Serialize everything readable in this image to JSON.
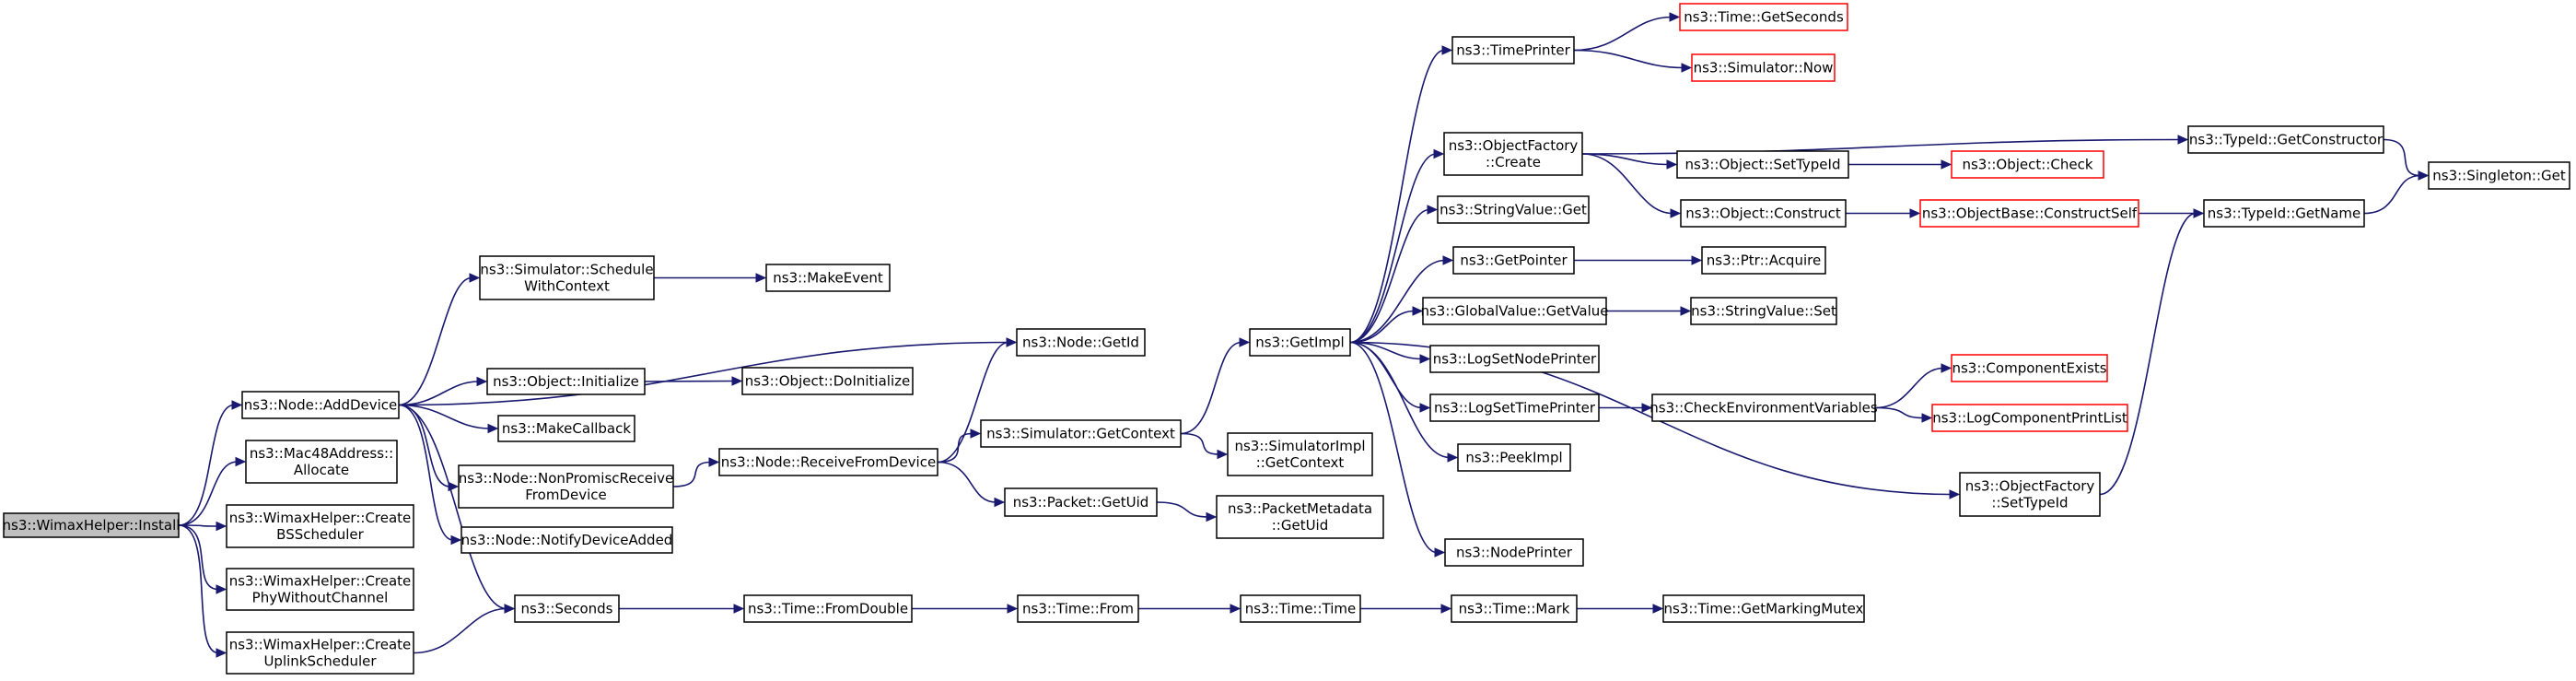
{
  "graph": {
    "colors": {
      "edge": "#191970",
      "node_border": "#000000",
      "undocumented_border": "#ff0000",
      "root_fill": "#bfbfbf"
    },
    "nodes": [
      {
        "id": "install",
        "lines": [
          "ns3::WimaxHelper::Install"
        ],
        "style": "root"
      },
      {
        "id": "addDevice",
        "lines": [
          "ns3::Node::AddDevice"
        ]
      },
      {
        "id": "mac48",
        "lines": [
          "ns3::Mac48Address::",
          "Allocate"
        ]
      },
      {
        "id": "createBS",
        "lines": [
          "ns3::WimaxHelper::Create",
          "BSScheduler"
        ]
      },
      {
        "id": "createPhy",
        "lines": [
          "ns3::WimaxHelper::Create",
          "PhyWithoutChannel"
        ]
      },
      {
        "id": "createUplink",
        "lines": [
          "ns3::WimaxHelper::Create",
          "UplinkScheduler"
        ]
      },
      {
        "id": "schedCtx",
        "lines": [
          "ns3::Simulator::Schedule",
          "WithContext"
        ]
      },
      {
        "id": "objInit",
        "lines": [
          "ns3::Object::Initialize"
        ]
      },
      {
        "id": "makeCallback",
        "lines": [
          "ns3::MakeCallback"
        ]
      },
      {
        "id": "nonPromisc",
        "lines": [
          "ns3::Node::NonPromiscReceive",
          "FromDevice"
        ]
      },
      {
        "id": "notifyAdded",
        "lines": [
          "ns3::Node::NotifyDeviceAdded"
        ]
      },
      {
        "id": "seconds",
        "lines": [
          "ns3::Seconds"
        ]
      },
      {
        "id": "makeEvent",
        "lines": [
          "ns3::MakeEvent"
        ]
      },
      {
        "id": "doInit",
        "lines": [
          "ns3::Object::DoInitialize"
        ]
      },
      {
        "id": "recvFromDev",
        "lines": [
          "ns3::Node::ReceiveFromDevice"
        ]
      },
      {
        "id": "fromDouble",
        "lines": [
          "ns3::Time::FromDouble"
        ]
      },
      {
        "id": "getId",
        "lines": [
          "ns3::Node::GetId"
        ]
      },
      {
        "id": "getContext",
        "lines": [
          "ns3::Simulator::GetContext"
        ]
      },
      {
        "id": "getUid",
        "lines": [
          "ns3::Packet::GetUid"
        ]
      },
      {
        "id": "timeFrom",
        "lines": [
          "ns3::Time::From"
        ]
      },
      {
        "id": "getImpl",
        "lines": [
          "ns3::GetImpl"
        ]
      },
      {
        "id": "simImplCtx",
        "lines": [
          "ns3::SimulatorImpl",
          "::GetContext"
        ]
      },
      {
        "id": "pktMetaUid",
        "lines": [
          "ns3::PacketMetadata",
          "::GetUid"
        ]
      },
      {
        "id": "timeTime",
        "lines": [
          "ns3::Time::Time"
        ]
      },
      {
        "id": "timePrinter",
        "lines": [
          "ns3::TimePrinter"
        ]
      },
      {
        "id": "objFactCreate",
        "lines": [
          "ns3::ObjectFactory",
          "::Create"
        ]
      },
      {
        "id": "strValGet",
        "lines": [
          "ns3::StringValue::Get"
        ]
      },
      {
        "id": "getPointer",
        "lines": [
          "ns3::GetPointer"
        ]
      },
      {
        "id": "globalValGet",
        "lines": [
          "ns3::GlobalValue::GetValue"
        ]
      },
      {
        "id": "logSetNodePrinter",
        "lines": [
          "ns3::LogSetNodePrinter"
        ]
      },
      {
        "id": "logSetTimePrinter",
        "lines": [
          "ns3::LogSetTimePrinter"
        ]
      },
      {
        "id": "peekImpl",
        "lines": [
          "ns3::PeekImpl"
        ]
      },
      {
        "id": "nodePrinter",
        "lines": [
          "ns3::NodePrinter"
        ]
      },
      {
        "id": "timeMark",
        "lines": [
          "ns3::Time::Mark"
        ]
      },
      {
        "id": "timeGetSeconds",
        "lines": [
          "ns3::Time::GetSeconds"
        ],
        "style": "red"
      },
      {
        "id": "simNow",
        "lines": [
          "ns3::Simulator::Now"
        ],
        "style": "red"
      },
      {
        "id": "objSetTypeId",
        "lines": [
          "ns3::Object::SetTypeId"
        ]
      },
      {
        "id": "objConstruct",
        "lines": [
          "ns3::Object::Construct"
        ]
      },
      {
        "id": "ptrAcquire",
        "lines": [
          "ns3::Ptr::Acquire"
        ]
      },
      {
        "id": "strValSet",
        "lines": [
          "ns3::StringValue::Set"
        ]
      },
      {
        "id": "checkEnv",
        "lines": [
          "ns3::CheckEnvironmentVariables"
        ]
      },
      {
        "id": "getMarkingMutex",
        "lines": [
          "ns3::Time::GetMarkingMutex"
        ]
      },
      {
        "id": "objCheck",
        "lines": [
          "ns3::Object::Check"
        ],
        "style": "red"
      },
      {
        "id": "objBaseConstructSelf",
        "lines": [
          "ns3::ObjectBase::ConstructSelf"
        ],
        "style": "red"
      },
      {
        "id": "componentExists",
        "lines": [
          "ns3::ComponentExists"
        ],
        "style": "red"
      },
      {
        "id": "logComponentPrintList",
        "lines": [
          "ns3::LogComponentPrintList"
        ],
        "style": "red"
      },
      {
        "id": "objFactSetTypeId",
        "lines": [
          "ns3::ObjectFactory",
          "::SetTypeId"
        ]
      },
      {
        "id": "typeIdGetCtor",
        "lines": [
          "ns3::TypeId::GetConstructor"
        ]
      },
      {
        "id": "typeIdGetName",
        "lines": [
          "ns3::TypeId::GetName"
        ]
      },
      {
        "id": "singletonGet",
        "lines": [
          "ns3::Singleton::Get"
        ]
      }
    ],
    "edges": [
      [
        "install",
        "addDevice"
      ],
      [
        "install",
        "mac48"
      ],
      [
        "install",
        "createBS"
      ],
      [
        "install",
        "createPhy"
      ],
      [
        "install",
        "createUplink"
      ],
      [
        "addDevice",
        "schedCtx"
      ],
      [
        "addDevice",
        "getId"
      ],
      [
        "addDevice",
        "objInit"
      ],
      [
        "addDevice",
        "makeCallback"
      ],
      [
        "addDevice",
        "nonPromisc"
      ],
      [
        "addDevice",
        "notifyAdded"
      ],
      [
        "addDevice",
        "seconds"
      ],
      [
        "createUplink",
        "seconds"
      ],
      [
        "schedCtx",
        "makeEvent"
      ],
      [
        "objInit",
        "doInit"
      ],
      [
        "nonPromisc",
        "recvFromDev"
      ],
      [
        "recvFromDev",
        "getId"
      ],
      [
        "recvFromDev",
        "getContext"
      ],
      [
        "recvFromDev",
        "getUid"
      ],
      [
        "seconds",
        "fromDouble"
      ],
      [
        "fromDouble",
        "timeFrom"
      ],
      [
        "timeFrom",
        "timeTime"
      ],
      [
        "timeTime",
        "timeMark"
      ],
      [
        "timeMark",
        "getMarkingMutex"
      ],
      [
        "getContext",
        "getImpl"
      ],
      [
        "getContext",
        "simImplCtx"
      ],
      [
        "getUid",
        "pktMetaUid"
      ],
      [
        "getImpl",
        "timePrinter"
      ],
      [
        "getImpl",
        "objFactCreate"
      ],
      [
        "getImpl",
        "strValGet"
      ],
      [
        "getImpl",
        "getPointer"
      ],
      [
        "getImpl",
        "globalValGet"
      ],
      [
        "getImpl",
        "logSetNodePrinter"
      ],
      [
        "getImpl",
        "logSetTimePrinter"
      ],
      [
        "getImpl",
        "peekImpl"
      ],
      [
        "getImpl",
        "nodePrinter"
      ],
      [
        "getImpl",
        "objFactSetTypeId"
      ],
      [
        "timePrinter",
        "timeGetSeconds"
      ],
      [
        "timePrinter",
        "simNow"
      ],
      [
        "objFactCreate",
        "typeIdGetCtor"
      ],
      [
        "objFactCreate",
        "objSetTypeId"
      ],
      [
        "objFactCreate",
        "objConstruct"
      ],
      [
        "objSetTypeId",
        "objCheck"
      ],
      [
        "objConstruct",
        "objBaseConstructSelf"
      ],
      [
        "objBaseConstructSelf",
        "typeIdGetName"
      ],
      [
        "getPointer",
        "ptrAcquire"
      ],
      [
        "globalValGet",
        "strValSet"
      ],
      [
        "logSetTimePrinter",
        "checkEnv"
      ],
      [
        "checkEnv",
        "componentExists"
      ],
      [
        "checkEnv",
        "logComponentPrintList"
      ],
      [
        "objFactSetTypeId",
        "typeIdGetName"
      ],
      [
        "typeIdGetCtor",
        "singletonGet"
      ],
      [
        "typeIdGetName",
        "singletonGet"
      ]
    ]
  }
}
